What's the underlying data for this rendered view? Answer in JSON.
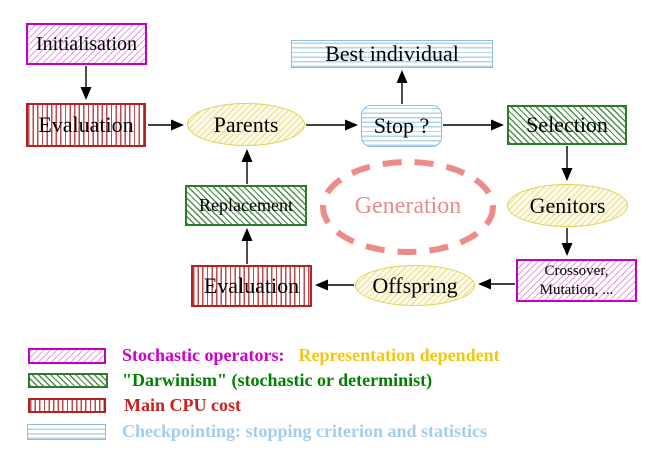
{
  "diagram": {
    "title_semantic": "Evolutionary algorithm generation loop",
    "nodes": {
      "initialisation": {
        "label": "Initialisation"
      },
      "evaluation_top": {
        "label": "Evaluation"
      },
      "parents": {
        "label": "Parents"
      },
      "best_individual": {
        "label": "Best individual"
      },
      "stop": {
        "label": "Stop ?"
      },
      "selection": {
        "label": "Selection"
      },
      "genitors": {
        "label": "Genitors"
      },
      "crossover": {
        "label_line1": "Crossover,",
        "label_line2": "Mutation, ..."
      },
      "offspring": {
        "label": "Offspring"
      },
      "evaluation_bottom": {
        "label": "Evaluation"
      },
      "replacement": {
        "label": "Replacement"
      },
      "generation": {
        "label": "Generation"
      }
    },
    "colors": {
      "stochastic_operator_border": "#c400c4",
      "darwinism_border": "#2d7a2d",
      "cpu_cost_border": "#b22222",
      "checkpointing_border": "#8fbeda",
      "population_ellipse_border": "#e2d053",
      "generation_dashed": "#ef8a8a",
      "arrow": "#000000"
    }
  },
  "legend": {
    "items": [
      {
        "swatch_icon": "magenta-diagonal-hatch-swatch",
        "text": "Stochastic operators:",
        "text2": "Representation dependent",
        "text_color": "#cc00cc",
        "text2_color": "#f2c618"
      },
      {
        "swatch_icon": "green-diagonal-hatch-swatch",
        "text": "\"Darwinism\" (stochastic or determinist)",
        "text_color": "#008000"
      },
      {
        "swatch_icon": "red-vertical-stripes-swatch",
        "text": "Main CPU cost",
        "text_color": "#cc1f1f"
      },
      {
        "swatch_icon": "cyan-horizontal-stripes-swatch",
        "text": "Checkpointing: stopping criterion and statistics",
        "text_color": "#a3cdec"
      }
    ]
  }
}
